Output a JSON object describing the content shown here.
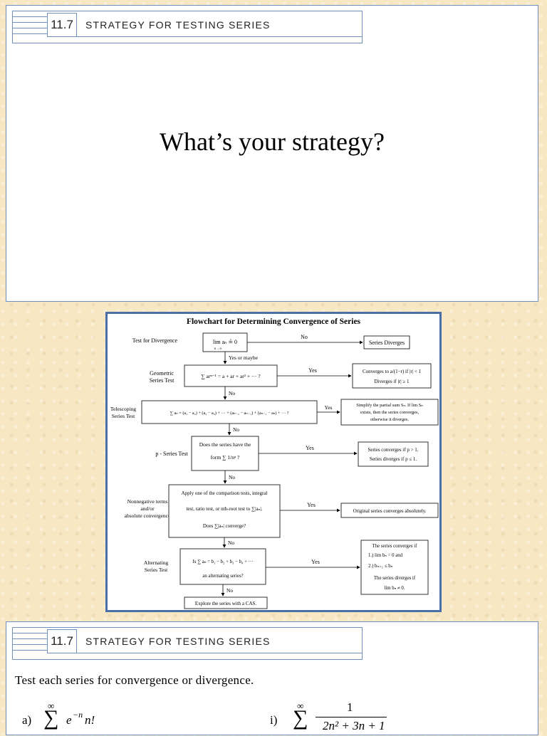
{
  "slide1": {
    "section_number": "11.7",
    "section_title": "STRATEGY FOR TESTING SERIES",
    "heading": "What’s your strategy?"
  },
  "flowchart": {
    "title": "Flowchart for Determining Convergence of Series",
    "rows": [
      {
        "test": "Test for Divergence",
        "condition": "lim aₙ ≟ 0",
        "cond_sub": "n→∞",
        "branch": "No",
        "result": "Series Diverges",
        "next": "Yes or maybe"
      },
      {
        "test_l1": "Geometric",
        "test_l2": "Series Test",
        "condition": "∑ arⁿ⁻¹ = a + ar + ar² + ··· ?",
        "branch": "Yes",
        "result_l1": "Converges to a/(1−r) if |r| < 1",
        "result_l2": "Diverges if |r| ≥ 1",
        "next": "No"
      },
      {
        "test_l1": "Telescoping",
        "test_l2": "Series Test",
        "condition": "∑ aₙ = (a₁ − a₂) + (a₂ − a₃) + ··· + (aₙ₋₂ − aₙ₋₁) + (aₙ₋₁ − aₙ) + ··· ?",
        "branch": "Yes",
        "result_l1": "Simplify the partial sum Sₙ. If lim Sₙ",
        "result_l2": "exists, then the series converges,",
        "result_l3": "otherwise it diverges.",
        "next": "No"
      },
      {
        "test": "p - Series Test",
        "cond_l1": "Does the series have the",
        "cond_l2": "form ∑ 1/nᵖ ?",
        "branch": "Yes",
        "result_l1": "Series converges if p > 1.",
        "result_l2": "Series diverges if p ≤ 1.",
        "next": "No"
      },
      {
        "test_l1": "Nonnegative terms",
        "test_l2": "and/or",
        "test_l3": "absolute convergence",
        "cond_l1": "Apply one of the comparison tests, integral",
        "cond_l2": "test, ratio test, or nth-root test to ∑|aₙ|.",
        "cond_l3": "Does ∑|aₙ| converge?",
        "branch": "Yes",
        "result": "Original series converges absolutely.",
        "next": "No"
      },
      {
        "test_l1": "Alternating",
        "test_l2": "Series Test",
        "cond_l1": "Is ∑ aₙ = b₁ − b₂ + b₃ − b₄ + ···",
        "cond_l2": "an alternating series?",
        "branch": "Yes",
        "result_l1": "The series converges if",
        "result_l2": "1.)  lim bₙ = 0 and",
        "result_l3": "2.)  bₙ₊₁ ≤ bₙ",
        "result_l4": "The series diverges if",
        "result_l5": "lim bₙ ≠ 0.",
        "next": "No"
      }
    ],
    "final": "Explore the series with a CAS."
  },
  "slide2": {
    "section_number": "11.7",
    "section_title": "STRATEGY FOR TESTING SERIES",
    "instruction": "Test each series for convergence or divergence.",
    "problems": [
      {
        "label": "a)",
        "upper": "∞",
        "sigma": "∑",
        "expr": "e",
        "exp": "−n",
        "tail": " n!"
      },
      {
        "label": "i)",
        "upper": "∞",
        "sigma": "∑",
        "num": "1",
        "den": "2n² + 3n + 1"
      }
    ]
  }
}
